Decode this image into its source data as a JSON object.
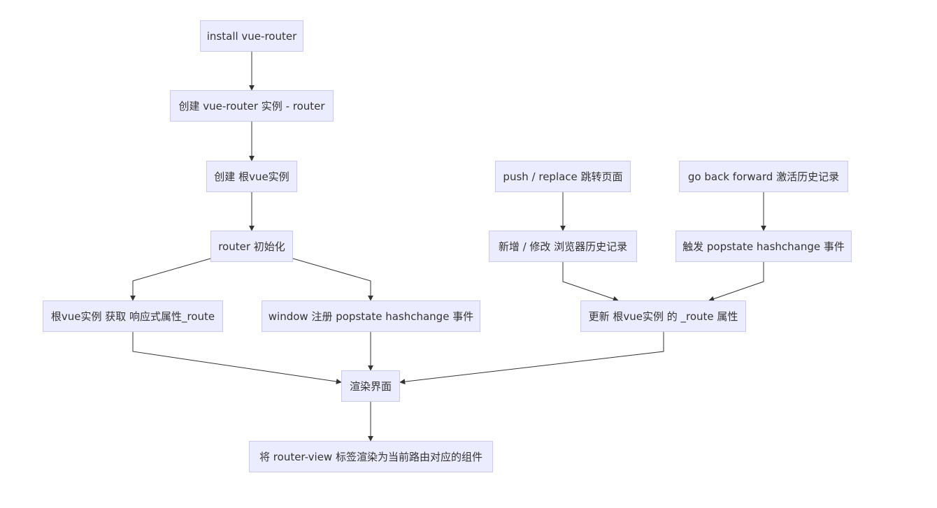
{
  "nodes": {
    "install": "install vue-router",
    "create_router": "创建 vue-router 实例 - router",
    "create_root": "创建 根vue实例",
    "router_init": "router 初始化",
    "root_get_route": "根vue实例 获取 响应式属性_route",
    "window_register": "window 注册 popstate hashchange 事件",
    "render": "渲染界面",
    "router_view": "将 router-view 标签渲染为当前路由对应的组件",
    "push_replace": "push / replace 跳转页面",
    "go_back_forward": "go back forward 激活历史记录",
    "add_modify_history": "新增 / 修改 浏览器历史记录",
    "trigger_events": "触发 popstate hashchange 事件",
    "update_route": "更新 根vue实例 的 _route 属性"
  },
  "edges": [
    {
      "from": "install",
      "to": "create_router"
    },
    {
      "from": "create_router",
      "to": "create_root"
    },
    {
      "from": "create_root",
      "to": "router_init"
    },
    {
      "from": "router_init",
      "to": "root_get_route"
    },
    {
      "from": "router_init",
      "to": "window_register"
    },
    {
      "from": "root_get_route",
      "to": "render"
    },
    {
      "from": "window_register",
      "to": "render"
    },
    {
      "from": "update_route",
      "to": "render"
    },
    {
      "from": "render",
      "to": "router_view"
    },
    {
      "from": "push_replace",
      "to": "add_modify_history"
    },
    {
      "from": "go_back_forward",
      "to": "trigger_events"
    },
    {
      "from": "add_modify_history",
      "to": "update_route"
    },
    {
      "from": "trigger_events",
      "to": "update_route"
    }
  ],
  "colors": {
    "node_fill": "#ececff",
    "node_border": "#c9c9f2",
    "edge": "#333333",
    "text": "#333333"
  }
}
